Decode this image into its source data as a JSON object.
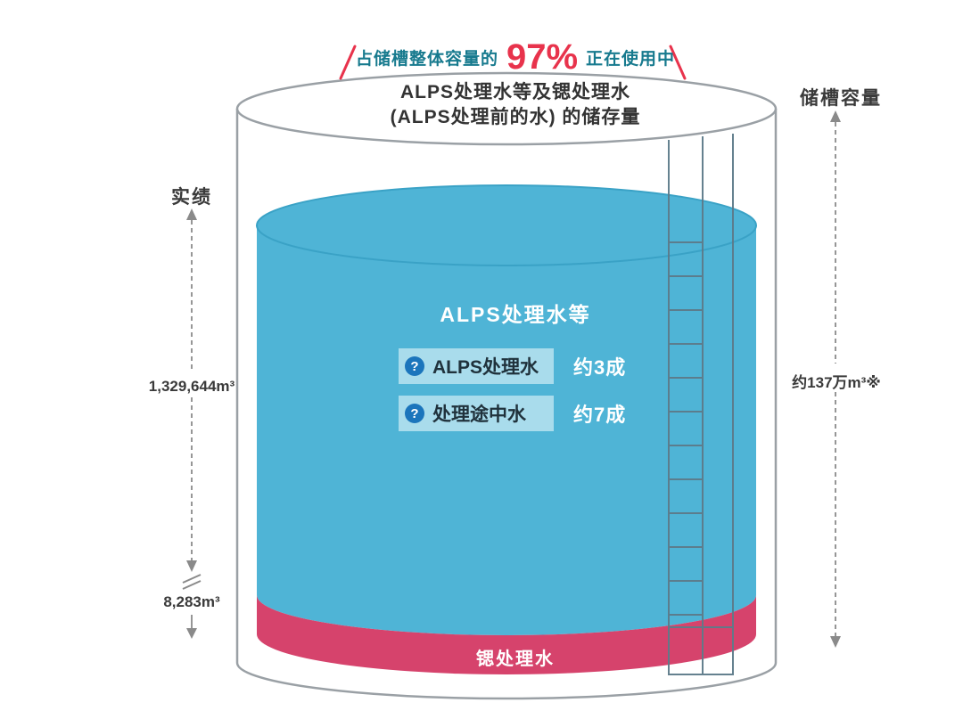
{
  "header": {
    "usage_prefix": "占储槽整体容量的",
    "usage_percent": "97%",
    "usage_suffix": "正在使用中",
    "title_line1": "ALPS处理水等及锶处理水",
    "title_line2": "(ALPS处理前的水) 的储存量"
  },
  "left": {
    "axis_label": "实绩",
    "main_volume": "1,329,644m³",
    "small_volume": "8,283m³"
  },
  "right": {
    "axis_label": "储槽容量",
    "capacity": "约137万m³※"
  },
  "tank": {
    "water_label": "ALPS处理水等",
    "strontium_label": "锶处理水",
    "legend": [
      {
        "icon": "question-mark-icon",
        "icon_glyph": "?",
        "label": "ALPS处理水",
        "value": "约3成"
      },
      {
        "icon": "question-mark-icon",
        "icon_glyph": "?",
        "label": "处理途中水",
        "value": "约7成"
      }
    ]
  },
  "colors": {
    "water_fill": "#4FB4D6",
    "water_edge": "#3AA2C6",
    "strontium_fill": "#D6436C",
    "tank_outline": "#9AA0A5",
    "ladder": "#5D7B8A",
    "teal_text": "#177A8E",
    "red_accent": "#E8334C",
    "legend_pill_bg": "#A9DCEC",
    "question_icon_bg": "#1B75BC",
    "measure_gray": "#8a8a8a"
  }
}
